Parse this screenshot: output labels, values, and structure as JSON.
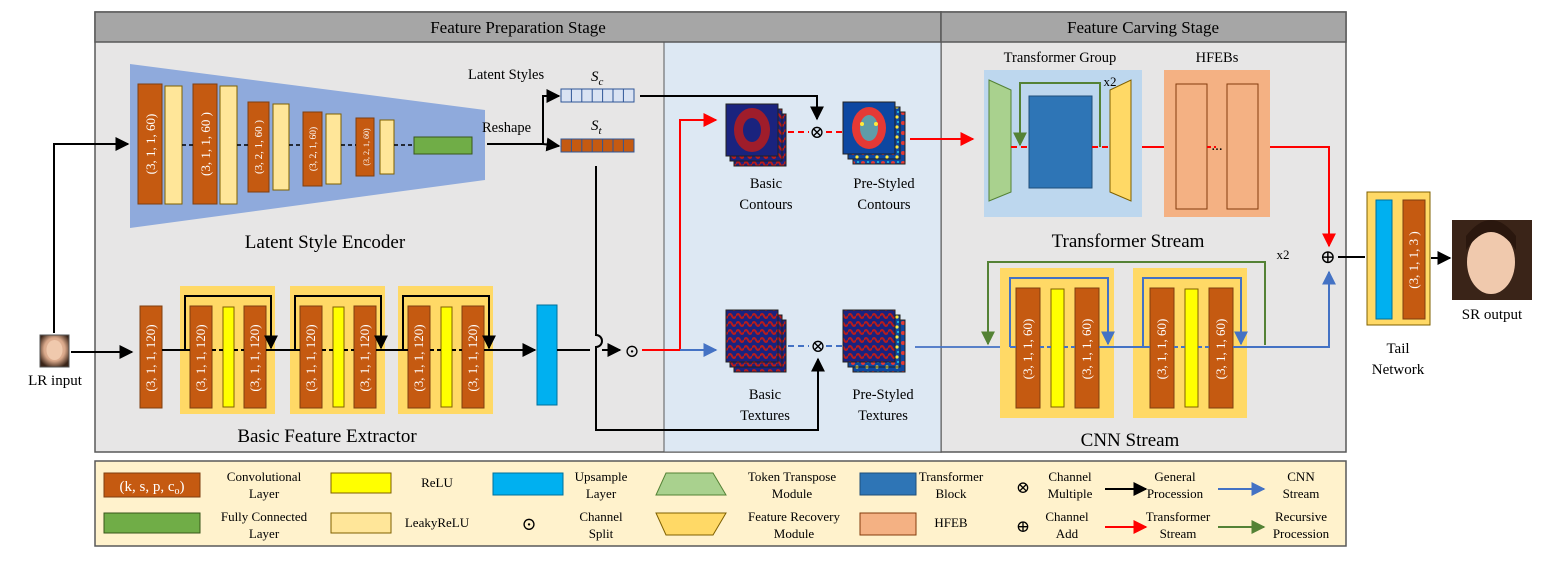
{
  "stages": {
    "preparation": "Feature Preparation Stage",
    "carving": "Feature Carving Stage"
  },
  "modules": {
    "latent_style_encoder": "Latent Style Encoder",
    "basic_feature_extractor": "Basic Feature Extractor",
    "transformer_stream": "Transformer Stream",
    "cnn_stream": "CNN Stream",
    "transformer_group": "Transformer Group",
    "hfebs": "HFEBs",
    "tail_network": [
      "Tail",
      "Network"
    ]
  },
  "labels": {
    "latent_styles": "Latent Styles",
    "reshape": "Reshape",
    "s_c": "S",
    "s_c_sub": "c",
    "s_t": "S",
    "s_t_sub": "t",
    "basic_contours": [
      "Basic",
      "Contours"
    ],
    "pre_styled_contours": [
      "Pre-Styled",
      "Contours"
    ],
    "basic_textures": [
      "Basic",
      "Textures"
    ],
    "pre_styled_textures": [
      "Pre-Styled",
      "Textures"
    ],
    "lr_input": "LR input",
    "sr_output": "SR output",
    "x2_transformer": "x2",
    "x2_cnn": "x2",
    "ellipsis": "...",
    "multiply": "⊗",
    "add": "⊕",
    "split": "⊙"
  },
  "conv_labels": {
    "encoder": [
      "(3, 1, 1, 60)",
      "(3, 1, 1, 60 )",
      "(3, 2, 1, 60 )",
      "(3, 2, 1, 60)",
      "(3, 2, 1, 60)"
    ],
    "extractor_first": "(3, 1, 1, 120)",
    "extractor_blocks": [
      "(3, 1, 1, 120)",
      "(3, 1, 1, 120)",
      "(3, 1, 1, 120)",
      "(3, 1, 1, 120)",
      "(3, 1, 1, 120)",
      "(3, 1, 1, 120)"
    ],
    "cnn_blocks": [
      "(3, 1, 1, 60)",
      "(3, 1, 1, 60)",
      "(3, 1, 1, 60)",
      "(3, 1, 1, 60)"
    ],
    "tail": "(3, 1, 1, 3 )"
  },
  "legend": {
    "conv_symbol": "(k, s, p, c",
    "conv_symbol_sub": "o",
    "conv_symbol_end": ")",
    "conv": [
      "Convolutional",
      "Layer"
    ],
    "fc": [
      "Fully Connected",
      "Layer"
    ],
    "relu": "ReLU",
    "leakyrelu": "LeakyReLU",
    "upsample": [
      "Upsample",
      "Layer"
    ],
    "split": [
      "Channel",
      "Split"
    ],
    "token_transpose": [
      "Token Transpose",
      "Module"
    ],
    "feature_recovery": [
      "Feature Recovery",
      "Module"
    ],
    "transformer_block": [
      "Transformer",
      "Block"
    ],
    "hfeb": "HFEB",
    "multiple": [
      "Channel",
      "Multiple"
    ],
    "add": [
      "Channel",
      "Add"
    ],
    "general": [
      "General",
      "Procession"
    ],
    "transformer_stream": [
      "Transformer",
      "Stream"
    ],
    "cnn_stream": [
      "CNN",
      "Stream"
    ],
    "recursive": [
      "Recursive",
      "Procession"
    ]
  },
  "colors": {
    "conv": "#c55a11",
    "leaky": "#ffe699",
    "relu": "#ffff00",
    "fc": "#70ad47",
    "upsample": "#00b0f0",
    "encoder_bg": "#8faadc",
    "block_bg": "#ffd966",
    "carving_bg": "#bdd7ee",
    "transformer_block": "#2e75b6",
    "hfeb": "#f4b183",
    "token_transpose": "#a9d18e",
    "legend_bg": "#fff2cc",
    "red_arrow": "#ff0000",
    "blue_arrow": "#4472c4",
    "green_arrow": "#548235",
    "stage_header": "#a6a6a6",
    "stage_bg": "#e7e6e6"
  }
}
